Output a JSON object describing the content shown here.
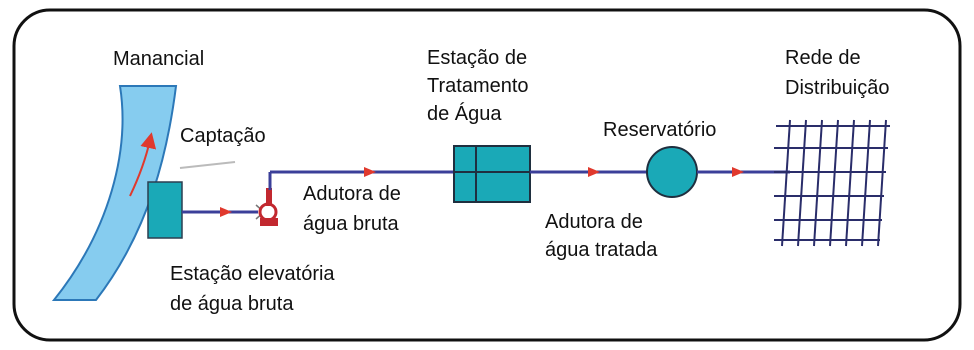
{
  "labels": {
    "manancial": "Manancial",
    "captacao": "Captação",
    "adutora_bruta_1": "Adutora de",
    "adutora_bruta_2": "água bruta",
    "eta_1": "Estação de",
    "eta_2": "Tratamento",
    "eta_3": "de Água",
    "reservatorio": "Reservatório",
    "rede_1": "Rede de",
    "rede_2": "Distribuição",
    "adutora_tratada_1": "Adutora de",
    "adutora_tratada_2": "água tratada",
    "estacao_elev_1": "Estação elevatória",
    "estacao_elev_2": "de água bruta"
  },
  "colors": {
    "river_fill": "#86ccef",
    "river_edge": "#2c78b8",
    "teal": "#1aa9b7",
    "pipe": "#3b3f99",
    "arrow": "#e0392d",
    "pump": "#c2282f",
    "grid": "#2a2d6a",
    "frame": "#111111"
  }
}
